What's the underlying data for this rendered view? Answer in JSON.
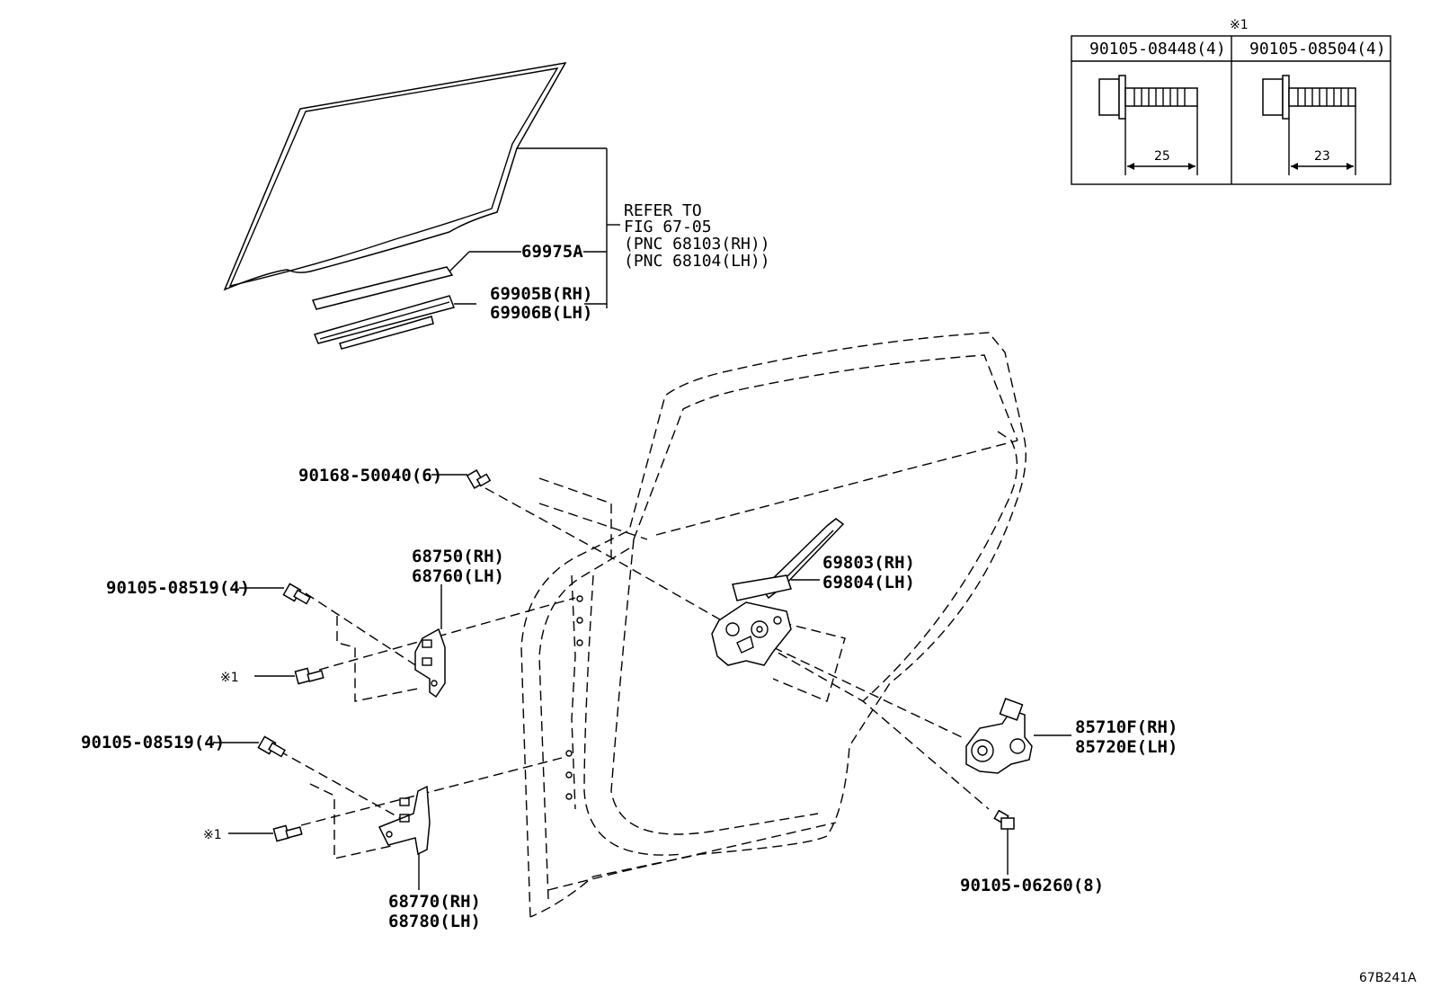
{
  "diagram_id": "67B241A",
  "inset": {
    "mark": "※1",
    "col1": {
      "part": "90105-08448(4)",
      "dimension": "25"
    },
    "col2": {
      "part": "90105-08504(4)",
      "dimension": "23"
    }
  },
  "refer": {
    "line1": "REFER TO",
    "line2": "FIG 67-05",
    "line3": "(PNC 68103(RH))",
    "line4": "(PNC 68104(LH))"
  },
  "parts": {
    "seal_outer": "69975A",
    "run_rh": "69905B(RH)",
    "run_lh": "69906B(LH)",
    "bolt_top": "90168-50040(6)",
    "hinge_up_rh": "68750(RH)",
    "hinge_up_lh": "68760(LH)",
    "bolt_hinge_up": "90105-08519(4)",
    "mark_up": "※1",
    "bolt_hinge_low": "90105-08519(4)",
    "mark_low": "※1",
    "hinge_low_rh": "68770(RH)",
    "hinge_low_lh": "68780(LH)",
    "regulator_rh": "69803(RH)",
    "regulator_lh": "69804(LH)",
    "motor_rh": "85710F(RH)",
    "motor_lh": "85720E(LH)",
    "bolt_motor": "90105-06260(8)"
  }
}
